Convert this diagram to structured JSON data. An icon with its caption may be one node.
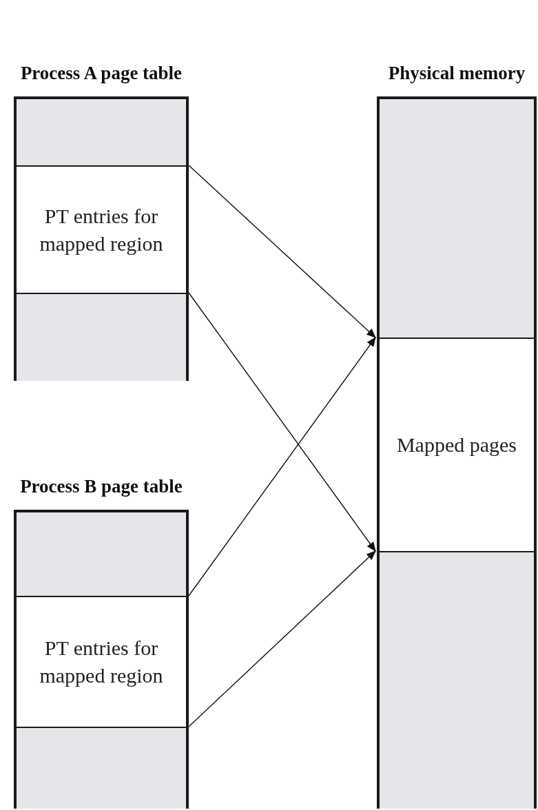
{
  "diagram": {
    "nodes": [
      {
        "text": [
          "Process A page table"
        ]
      },
      {
        "text": [],
        "shape": "box",
        "in": 0
      },
      {
        "text": [
          "PT entries for mapped region"
        ],
        "in": 0
      },
      {
        "text": [],
        "shape": "box",
        "in": 0
      },
      {
        "text": [
          "Process B page table"
        ]
      },
      {
        "text": [],
        "shape": "box",
        "in": 4
      },
      {
        "text": [
          "PT entries for mapped region"
        ],
        "in": 4
      },
      {
        "text": [],
        "shape": "box",
        "in": 4
      },
      {
        "text": [
          "Physical memory"
        ]
      },
      {
        "text": [],
        "shape": "box",
        "in": 8
      },
      {
        "text": [
          "Mapped pages"
        ],
        "in": 8
      },
      {
        "text": [],
        "shape": "box",
        "in": 8
      }
    ],
    "edges": [
      {
        "from": 2,
        "to": 10,
        "arrow": "to"
      },
      {
        "from": 2,
        "to": 10,
        "arrow": "to"
      },
      {
        "from": 6,
        "to": 10,
        "arrow": "to"
      },
      {
        "from": 6,
        "to": 10,
        "arrow": "to"
      }
    ]
  }
}
